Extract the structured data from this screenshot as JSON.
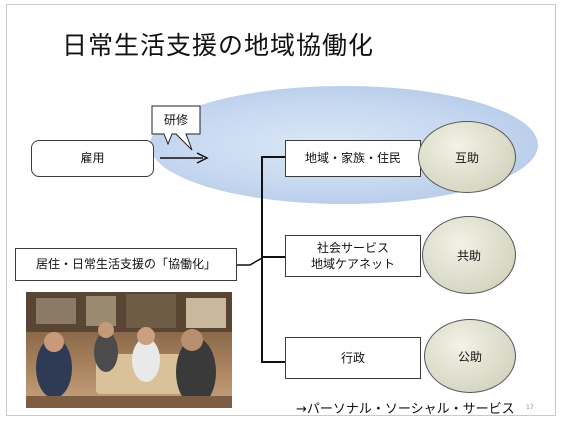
{
  "slide": {
    "title": "日常生活支援の地域協働化",
    "page_number": "17",
    "footer": "→パーソナル・ソーシャル・サービス"
  },
  "left": {
    "employment_label": "雇用",
    "training_label": "研修",
    "collaboration_label": "居住・日常生活支援の「協働化」"
  },
  "tiers": [
    {
      "label": "地域・家族・住民",
      "help": "互助"
    },
    {
      "label": "社会サービス\n地域ケアネット",
      "help": "共助"
    },
    {
      "label": "行政",
      "help": "公助"
    }
  ]
}
